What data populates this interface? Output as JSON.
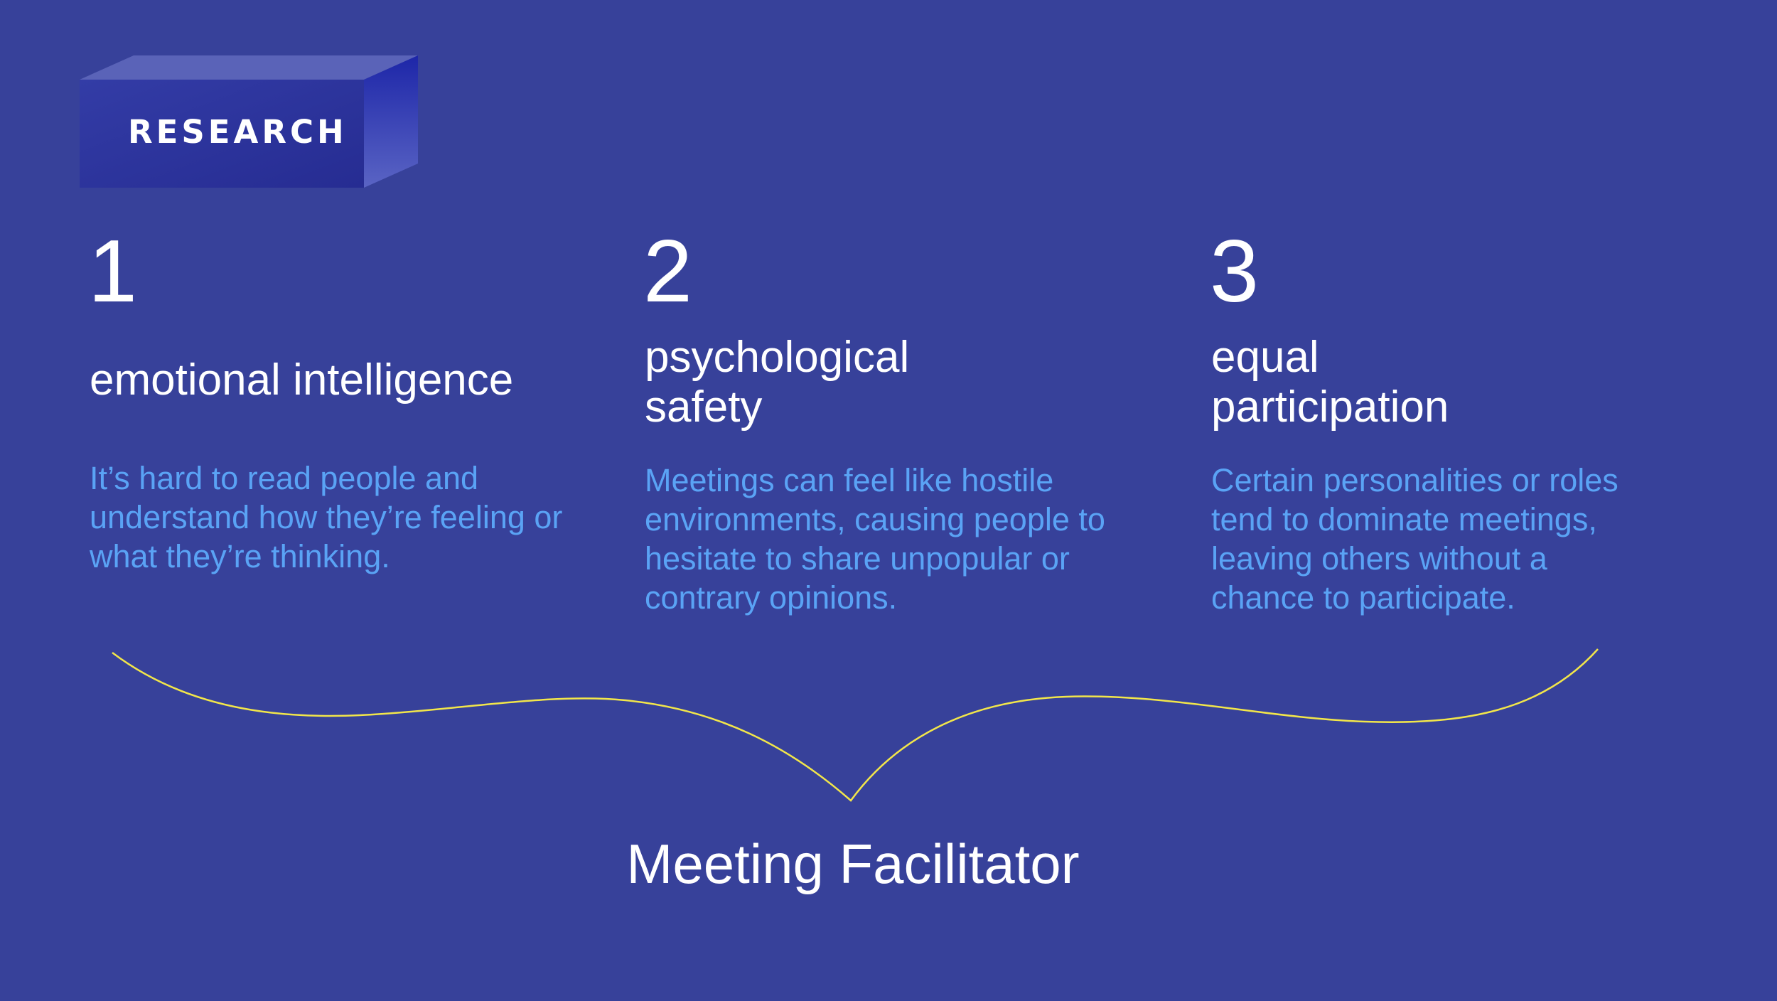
{
  "badge": {
    "label": "RESEARCH"
  },
  "columns": [
    {
      "number": "1",
      "heading": "emotional intelligence",
      "description": "It’s hard to read people and\nunderstand how they’re feeling or\nwhat they’re thinking."
    },
    {
      "number": "2",
      "heading": "psychological\nsafety",
      "description": "Meetings can feel like hostile\nenvironments, causing people to\nhesitate to share unpopular or\ncontrary opinions."
    },
    {
      "number": "3",
      "heading": "equal\nparticipation",
      "description": "Certain personalities or roles\ntend to dominate meetings,\nleaving others without a\nchance to participate."
    }
  ],
  "footer": {
    "label": "Meeting Facilitator"
  },
  "colors": {
    "background": "#37419a",
    "accent_text": "#5aa3f5",
    "brace": "#f2e64a",
    "badge_front": "#2a2f9a"
  }
}
